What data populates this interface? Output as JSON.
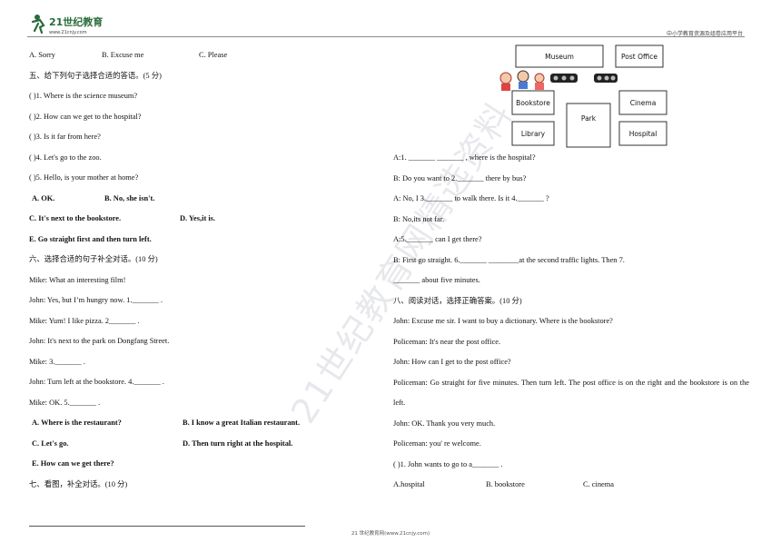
{
  "header": {
    "logo_text": "21世纪教育",
    "logo_url": "www.21cnjy.com",
    "right_text": "中小学教育资源及组卷应用平台"
  },
  "left": {
    "opts4": [
      "A. Sorry",
      "B. Excuse me",
      "C. Please"
    ],
    "sec5_title": "五、给下列句子选择合适的答语。(5 分)",
    "sec5_items": [
      "(        )1. Where is the science museum?",
      "(        )2. How can we get to the hospital?",
      "(        )3. Is it far from here?",
      "(        )4. Let's go to the zoo.",
      "(        )5. Hello, is your mother at home?"
    ],
    "sec5_opts": [
      [
        "A. OK.",
        "B. No, she isn't."
      ],
      [
        "C. It's next to the bookstore.",
        "D. Yes,it is."
      ],
      [
        "E. Go straight first and then turn left."
      ]
    ],
    "sec6_title": "六、选择合适的句子补全对话。(10 分)",
    "sec6_lines": [
      "Mike: What an interesting film!",
      "John: Yes, but I’m hungry now. 1._______ .",
      "Mike: Yum! I like pizza. 2_______ .",
      "John: It's next to the park on Dongfang Street.",
      "Mike: 3._______ .",
      "John: Turn left at the bookstore. 4._______ .",
      "Mike: OK. 5._______ ."
    ],
    "sec6_opts": [
      [
        "A. Where is the restaurant?",
        "B. I know a great Italian restaurant."
      ],
      [
        "C. Let's go.",
        "D. Then turn right at the hospital."
      ],
      [
        "E. How can we get there?"
      ]
    ],
    "sec7_title": "七、看图，补全对话。(10 分)"
  },
  "map": {
    "labels": [
      "Museum",
      "Post Office",
      "Bookstore",
      "Park",
      "Cinema",
      "Library",
      "Hospital"
    ]
  },
  "right": {
    "dialog": [
      "A:1. _______ _______ ,    where is the hospital?",
      "B: Do you want to 2._______  there by bus?",
      "A: No, I 3._______  to walk there. Is it 4._______  ?",
      "B: No,its not far.",
      "A:5._______  can I get there?",
      "B: First go straight. 6._______  ________at the second traffic lights. Then 7.",
      "_______  about five minutes."
    ],
    "sec8_title": "八、阅读对话，选择正确答案。(10 分)",
    "sec8_lines": [
      "John: Excuse me sir. I want to buy a dictionary. Where is the bookstore?",
      "Policeman: It's near the post office.",
      "John: How can I get to the post office?"
    ],
    "sec8_para": "Policeman: Go straight for five minutes. Then turn left. The post office is on the right and the bookstore is on the left.",
    "sec8_after": [
      "John: OK. Thank you very much.",
      "Policeman: you' re welcome.",
      "(        )1. John wants to go to a_______ ."
    ],
    "sec8_opts": [
      "A.hospital",
      "B. bookstore",
      "C. cinema"
    ]
  },
  "footer": {
    "text": "21 世纪教育网(www.21cnjy.com)"
  },
  "watermark": "21世纪教育网精选资料"
}
